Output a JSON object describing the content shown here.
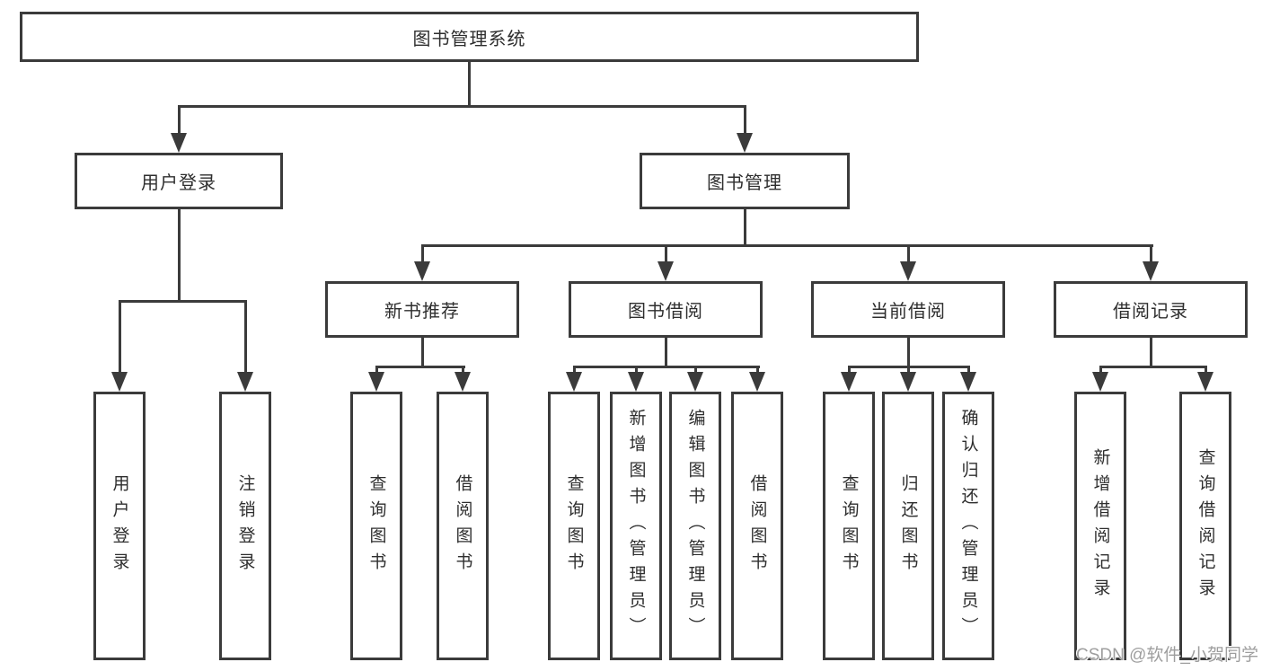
{
  "nodes": {
    "root": "图书管理系统",
    "user_login": "用户登录",
    "book_management": "图书管理",
    "new_book_recommend": "新书推荐",
    "book_borrow": "图书借阅",
    "current_borrow": "当前借阅",
    "borrow_records": "借阅记录"
  },
  "leaves": {
    "user_login": "用户登录",
    "logout": "注销登录",
    "nb_query_books": "查询图书",
    "nb_borrow_books": "借阅图书",
    "bb_query_books": "查询图书",
    "bb_add_books": "新增图书（管理员）",
    "bb_edit_books": "编辑图书（管理员）",
    "bb_borrow_books": "借阅图书",
    "cb_query_books": "查询图书",
    "cb_return_books": "归还图书",
    "cb_confirm_return": "确认归还（管理员）",
    "br_add_record": "新增借阅记录",
    "br_query_record": "查询借阅记录"
  },
  "watermark": "CSDN @软件_小贺同学",
  "colors": {
    "line": "#3b3b3b",
    "text": "#2e2e2e",
    "background": "#ffffff",
    "watermark": "#9e9e9e"
  }
}
